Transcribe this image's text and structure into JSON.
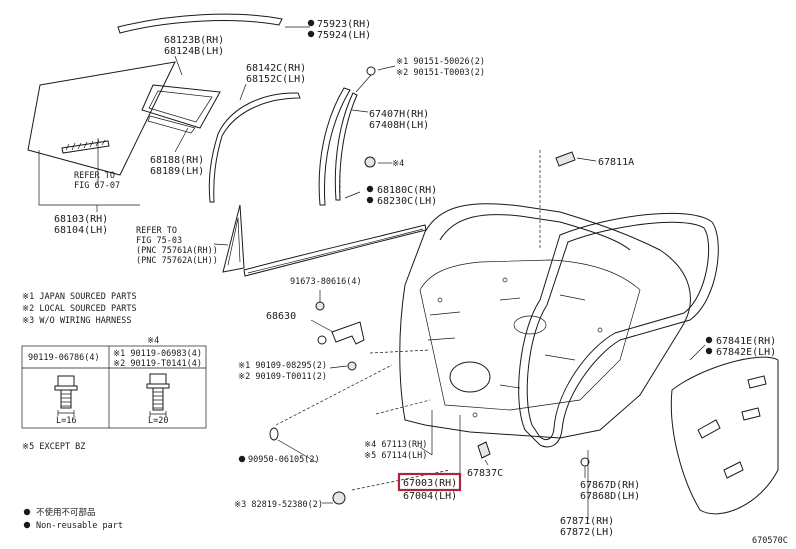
{
  "diagram": {
    "figure_id": "670570C",
    "callouts": [
      {
        "id": "75923",
        "lines": [
          "75923(RH)",
          "75924(LH)"
        ],
        "non_reusable": true
      },
      {
        "id": "68123B",
        "lines": [
          "68123B(RH)",
          "68124B(LH)"
        ],
        "non_reusable": false
      },
      {
        "id": "90151",
        "lines": [
          "※1 90151-50026(2)",
          "※2 90151-T0003(2)"
        ],
        "non_reusable": false
      },
      {
        "id": "68142C",
        "lines": [
          "68142C(RH)",
          "68152C(LH)"
        ],
        "non_reusable": false
      },
      {
        "id": "67407H",
        "lines": [
          "67407H(RH)",
          "67408H(LH)"
        ],
        "non_reusable": false
      },
      {
        "id": "fig6707",
        "lines": [
          "REFER TO",
          "FIG 67-07"
        ],
        "non_reusable": false
      },
      {
        "id": "68188",
        "lines": [
          "68188(RH)",
          "68189(LH)"
        ],
        "non_reusable": false
      },
      {
        "id": "note4",
        "lines": [
          "※4"
        ],
        "non_reusable": false
      },
      {
        "id": "67811A",
        "lines": [
          "67811A"
        ],
        "non_reusable": false
      },
      {
        "id": "68180C",
        "lines": [
          "68180C(RH)",
          "68230C(LH)"
        ],
        "non_reusable": true
      },
      {
        "id": "68103",
        "lines": [
          "68103(RH)",
          "68104(LH)"
        ],
        "non_reusable": false
      },
      {
        "id": "fig7503",
        "lines": [
          "REFER TO",
          "FIG 75-03",
          "(PNC 75761A(RH))",
          "(PNC 75762A(LH))"
        ],
        "non_reusable": false
      },
      {
        "id": "91673",
        "lines": [
          "91673-80616(4)"
        ],
        "non_reusable": false
      },
      {
        "id": "68630",
        "lines": [
          "68630"
        ],
        "non_reusable": false
      },
      {
        "id": "90109",
        "lines": [
          "※1 90109-08295(2)",
          "※2 90109-T0011(2)"
        ],
        "non_reusable": false
      },
      {
        "id": "67841E",
        "lines": [
          "67841E(RH)",
          "67842E(LH)"
        ],
        "non_reusable": true
      },
      {
        "id": "67113",
        "lines": [
          "※4 67113(RH)",
          "※5 67114(LH)"
        ],
        "non_reusable": false
      },
      {
        "id": "90950",
        "lines": [
          "90950-06105(2)"
        ],
        "non_reusable": true
      },
      {
        "id": "67837C",
        "lines": [
          "67837C"
        ],
        "non_reusable": false
      },
      {
        "id": "67867D",
        "lines": [
          "67867D(RH)",
          "67868D(LH)"
        ],
        "non_reusable": false
      },
      {
        "id": "82819",
        "lines": [
          "※3 82819-52380(2)"
        ],
        "non_reusable": false
      },
      {
        "id": "67871",
        "lines": [
          "67871(RH)",
          "67872(LH)"
        ],
        "non_reusable": false
      }
    ],
    "highlighted": {
      "lines": [
        "67003(RH)",
        "67004(LH)"
      ]
    },
    "notes": [
      "※1 JAPAN SOURCED PARTS",
      "※2 LOCAL SOURCED PARTS",
      "※3 W/O WIRING HARNESS"
    ],
    "bolt_table": {
      "left_header": "90119-06786(4)",
      "right_header_note": "※4",
      "right_header": [
        "※1 90119-06983(4)",
        "※2 90119-T0141(4)"
      ],
      "left_dim": "L=16",
      "right_dim": "L=20"
    },
    "note5": "※5 EXCEPT BZ",
    "legend": [
      {
        "symbol": "●",
        "text": "不使用不可部品"
      },
      {
        "symbol": "●",
        "text": "Non-reusable part"
      }
    ],
    "colors": {
      "ink": "#1a1a1a",
      "highlight": "#b0213c",
      "shade": "#e6e6e6"
    }
  }
}
